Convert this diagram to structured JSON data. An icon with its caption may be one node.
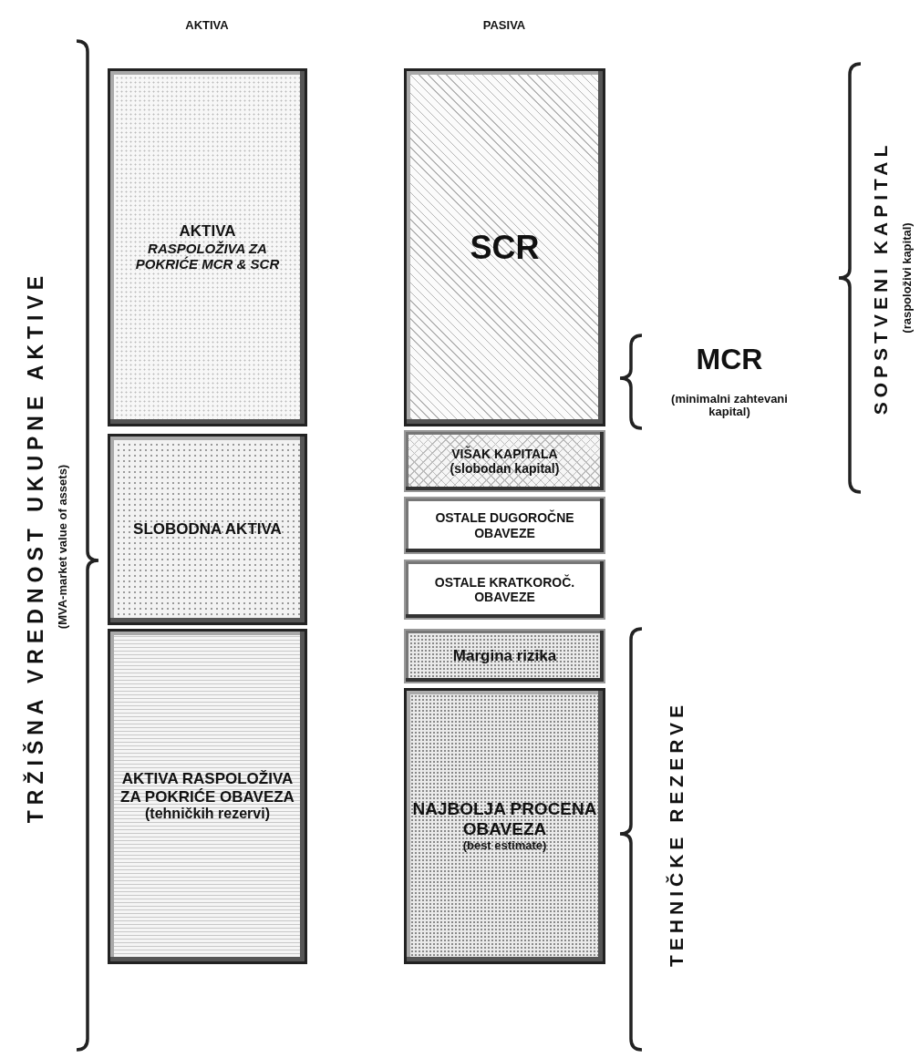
{
  "diagram": {
    "nodes": [
      {
        "text": [
          "AKTIVA",
          "RASPOLOŽIVA ZA POKRIĆE MCR & SCR"
        ]
      },
      {
        "text": [
          "SLOBODNA AKTIVA"
        ]
      },
      {
        "text": [
          "AKTIVA RASPOLOŽIVA ZA POKRIĆE OBAVEZA",
          "(tehničkih rezervi)"
        ]
      },
      {
        "text": [
          "SCR"
        ]
      },
      {
        "text": [
          "VIŠAK KAPITALA",
          "(slobodan kapital)"
        ]
      },
      {
        "text": [
          "OSTALE DUGOROČNE OBAVEZE"
        ]
      },
      {
        "text": [
          "OSTALE KRATKOROČ. OBAVEZE"
        ]
      },
      {
        "text": [
          "Margina rizika"
        ]
      },
      {
        "text": [
          "NAJBOLJA PROCENA OBAVEZA",
          "(best estimate)"
        ]
      }
    ],
    "labels": [
      "AKTIVA",
      "PASIVA",
      "TRŽIŠNA VREDNOST UKUPNE AKTIVE",
      "(MVA-market value of assets)",
      "MCR",
      "(minimalni zahtevani kapital)",
      "SOPSTVENI KAPITAL",
      "(raspoloživi kapital)",
      "TEHNIČKE REZERVE"
    ]
  }
}
